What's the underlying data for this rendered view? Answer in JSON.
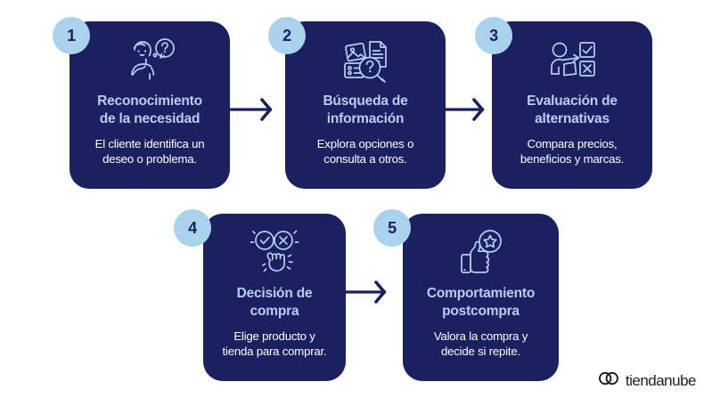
{
  "page": {
    "background_color": "#ffffff",
    "card_color": "#1b2060",
    "badge_color": "#abd2ec",
    "title_color": "#b9cdf2",
    "desc_color": "#ffffff",
    "arrow_color": "#1b2060"
  },
  "steps": [
    {
      "number": "1",
      "icon": "person-thinking-question-icon",
      "title": "Reconocimiento\nde la necesidad",
      "title_line1": "Reconocimiento",
      "title_line2": "de la necesidad",
      "desc_line1": "El cliente identifica un",
      "desc_line2": "deseo o problema."
    },
    {
      "number": "2",
      "icon": "documents-magnifier-question-icon",
      "title_line1": "Búsqueda de",
      "title_line2": "información",
      "desc_line1": "Explora opciones o",
      "desc_line2": "consulta a otros."
    },
    {
      "number": "3",
      "icon": "person-choosing-checkbox-icon",
      "title_line1": "Evaluación de",
      "title_line2": "alternativas",
      "desc_line1": "Compara precios,",
      "desc_line2": "beneficios y marcas."
    },
    {
      "number": "4",
      "icon": "hand-pointing-check-cross-icon",
      "title_line1": "Decisión de",
      "title_line2": "compra",
      "desc_line1": "Elige producto y",
      "desc_line2": "tienda para comprar."
    },
    {
      "number": "5",
      "icon": "thumbs-up-star-icon",
      "title_line1": "Comportamiento",
      "title_line2": "postcompra",
      "desc_line1": "Valora la compra y",
      "desc_line2": "decide si repite."
    }
  ],
  "arrows": [
    {
      "name": "arrow-step1-to-step2"
    },
    {
      "name": "arrow-step2-to-step3"
    },
    {
      "name": "arrow-step4-to-step5"
    }
  ],
  "logo": {
    "icon": "tiendanube-cloud-icon",
    "text": "tiendanube"
  }
}
